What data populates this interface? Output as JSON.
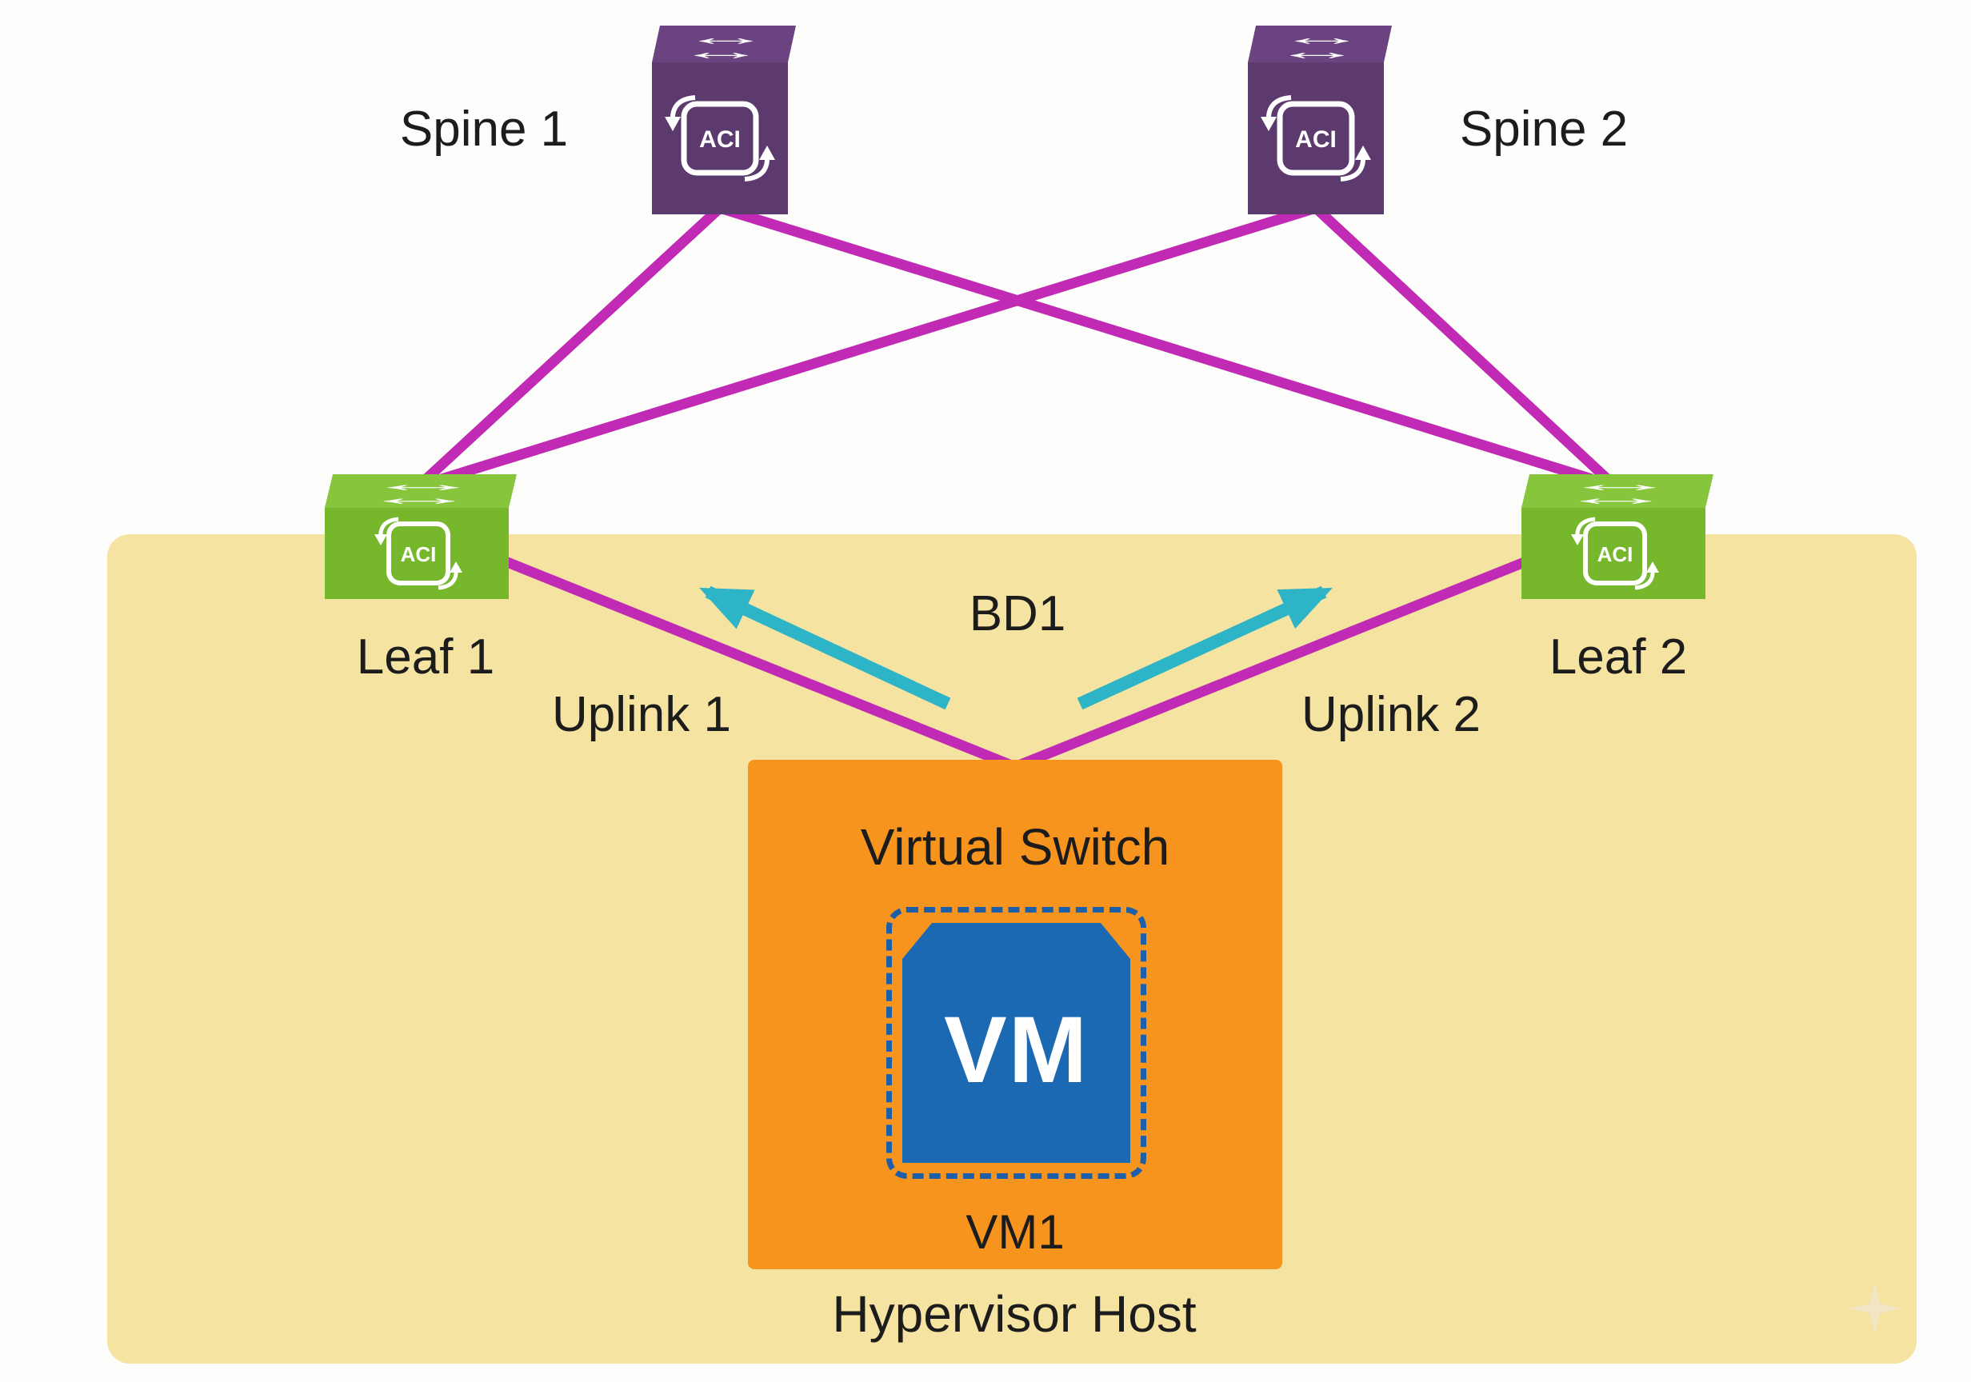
{
  "diagram": {
    "nodes": {
      "spine1": {
        "label": "Spine 1",
        "logo_text": "ACI"
      },
      "spine2": {
        "label": "Spine 2",
        "logo_text": "ACI"
      },
      "leaf1": {
        "label": "Leaf 1",
        "logo_text": "ACI"
      },
      "leaf2": {
        "label": "Leaf 2",
        "logo_text": "ACI"
      },
      "bridge_domain": {
        "label": "BD1"
      },
      "virtual_switch": {
        "label": "Virtual Switch"
      },
      "vm": {
        "label": "VM",
        "caption": "VM1"
      },
      "hypervisor_host": {
        "label": "Hypervisor Host"
      }
    },
    "links": {
      "uplink1": {
        "label": "Uplink 1"
      },
      "uplink2": {
        "label": "Uplink 2"
      },
      "edges": [
        {
          "from": "Spine 1",
          "to": "Leaf 1"
        },
        {
          "from": "Spine 1",
          "to": "Leaf 2"
        },
        {
          "from": "Spine 2",
          "to": "Leaf 1"
        },
        {
          "from": "Spine 2",
          "to": "Leaf 2"
        },
        {
          "from": "Leaf 1",
          "to": "Virtual Switch",
          "label": "Uplink 1"
        },
        {
          "from": "Leaf 2",
          "to": "Virtual Switch",
          "label": "Uplink 2"
        }
      ]
    },
    "icons": {
      "switch_top_arrows_glyph": "↔",
      "aci_logo_name": "aci-sync-logo",
      "sparkle_name": "four-point-sparkle"
    },
    "colors": {
      "spine_front": "#5c3a6d",
      "spine_top": "#6b4380",
      "leaf_front": "#76b72b",
      "leaf_top": "#87c53d",
      "fabric_link": "#c02ab4",
      "uplink_arrow": "#2db4c6",
      "bridge_domain_fill": "#f5e3a1",
      "virtual_switch_fill": "#f7941e",
      "vm_fill": "#1b69b2",
      "vm_dashed_border": "#1d5fa8",
      "text": "#1c1c1c",
      "background": "#fdfdfb"
    }
  }
}
